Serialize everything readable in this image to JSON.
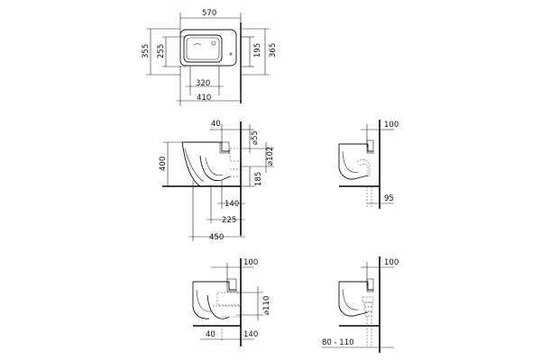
{
  "colors": {
    "line": "#111111",
    "background": "#ffffff"
  },
  "top_view": {
    "width_total": "570",
    "depth_outer": "355",
    "depth_inner": "255",
    "right_inner": "195",
    "right_outer": "365",
    "fix_spacing": "320",
    "length": "410"
  },
  "side_view": {
    "offset_top": "40",
    "diameter_55": "⌀55",
    "diameter_102": "⌀102",
    "height": "400",
    "outlet_height": "185",
    "d140": "140",
    "d225": "225",
    "d450": "450"
  },
  "right_top_view": {
    "wall_offset": "100",
    "floor_offset": "95"
  },
  "bottom_left_view": {
    "wall_offset": "100",
    "diameter": "⌀110",
    "d40": "40",
    "d140": "140"
  },
  "bottom_right_view": {
    "wall_offset": "100",
    "range": "80 - 110"
  }
}
